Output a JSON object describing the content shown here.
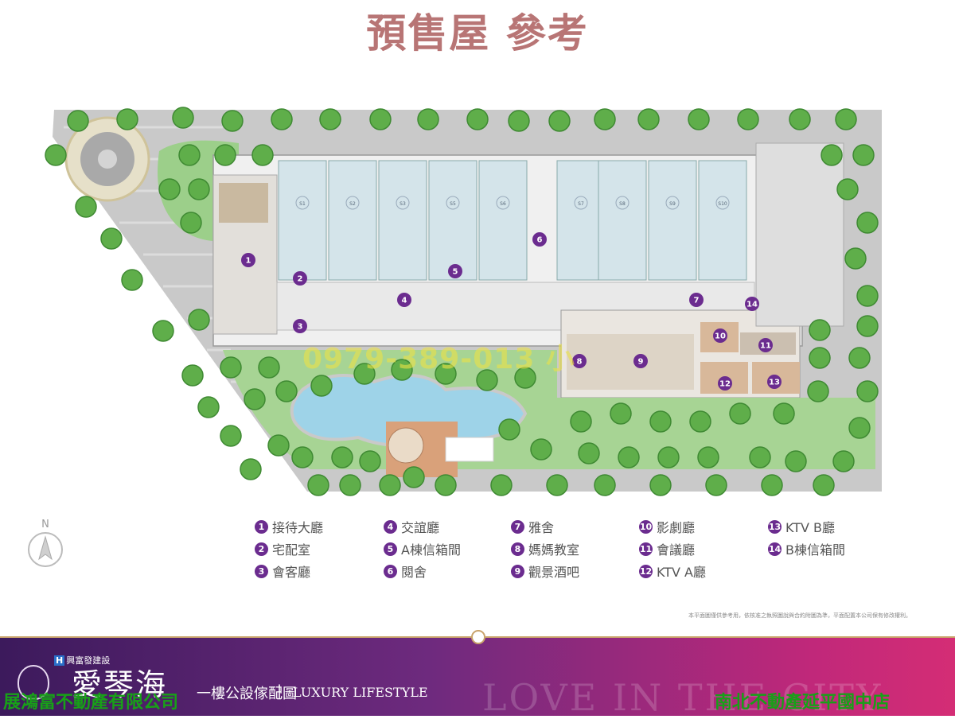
{
  "title": "預售屋 參考",
  "site_plan": {
    "units": [
      "S1",
      "S2",
      "S3",
      "S5",
      "S6",
      "S7",
      "S8",
      "S9",
      "S10"
    ],
    "markers": [
      "1",
      "2",
      "3",
      "4",
      "5",
      "6",
      "7",
      "8",
      "9",
      "10",
      "11",
      "12",
      "13",
      "14"
    ]
  },
  "legend": [
    {
      "num": "1",
      "label": "接待大廳"
    },
    {
      "num": "2",
      "label": "宅配室"
    },
    {
      "num": "3",
      "label": "會客廳"
    },
    {
      "num": "4",
      "label": "交誼廳"
    },
    {
      "num": "5",
      "label": "A棟信箱間"
    },
    {
      "num": "6",
      "label": "閱舍"
    },
    {
      "num": "7",
      "label": "雅舍"
    },
    {
      "num": "8",
      "label": "媽媽教室"
    },
    {
      "num": "9",
      "label": "觀景酒吧"
    },
    {
      "num": "10",
      "label": "影劇廳"
    },
    {
      "num": "11",
      "label": "會議廳"
    },
    {
      "num": "12",
      "label": "KTV A廳"
    },
    {
      "num": "13",
      "label": "KTV B廳"
    },
    {
      "num": "14",
      "label": "B棟信箱間"
    }
  ],
  "north_label": "N",
  "disclaimer": "本平面圖僅供參考用，依核准之執照圖說與合約附圖為準，平面配置本公司保有修改權利。",
  "watermark_phone": "0979-389-013 小",
  "footer": {
    "developer": "興富發建設",
    "developer_logo_letter": "H",
    "project_name": "愛琴海",
    "plan_title": "一樓公設傢配圖",
    "separator": "|",
    "tagline": "LUXURY LIFESTYLE",
    "slogan": "LOVE IN THE CITY",
    "agent_left": "展鴻富不動產有限公司",
    "agent_right": "南北不動產延平國中店"
  },
  "colors": {
    "title": "#b87575",
    "marker": "#6b2c8f",
    "agent_text": "#18a018",
    "footer_from": "#3c1a5c",
    "footer_to": "#d42d75"
  }
}
